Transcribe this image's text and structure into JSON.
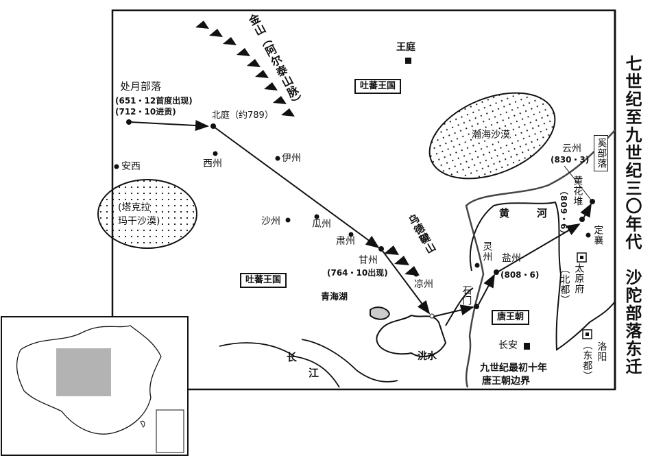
{
  "title": "七世纪至九世纪三〇年代　沙陀部落东迁",
  "labels": {
    "jinshan": "金山（阿尔泰山脉）",
    "wangting": "王庭",
    "tubo_north": "吐蕃王国",
    "chuyue": "处月部落",
    "chuyue_note1": "(651・12首度出现)",
    "chuyue_note2": "(712・10进贡)",
    "beiting": "北庭（约789）",
    "xizhou": "西州",
    "yizhou": "伊州",
    "anxi": "安西",
    "taklamakan1": "(塔克拉",
    "taklamakan2": "玛干沙漠)",
    "hanhai": "瀚海沙漠",
    "shazhou": "沙州",
    "guazhou": "瓜州",
    "suzhou": "肃州",
    "ganzhou": "甘州",
    "ganzhou_note": "(764・10出现)",
    "wudejian": "乌德鞬山",
    "liangzhou": "凉州",
    "tubo_south": "吐蕃王国",
    "qinghai": "青海湖",
    "taoshui": "洮水",
    "chang": "长",
    "jiang": "江",
    "shimen": "石门",
    "lingzhou": "灵州",
    "yanzhou": "盐州",
    "yanzhou_note": "(808・6)",
    "huang": "黄",
    "he": "河",
    "tang": "唐王朝",
    "changan": "长安",
    "border1": "九世纪最初十年",
    "border2": "唐王朝边界",
    "taiyuan": "太原府",
    "beidu": "（北都）",
    "luoyang": "洛阳",
    "dongdu": "（东都）",
    "dingxiang": "定襄",
    "huanghuadui": "黄花堆",
    "huanghuadui_note": "（809・6）",
    "yunzhou": "云州",
    "yunzhou_note": "(830・3)",
    "xi": "奚部落"
  }
}
